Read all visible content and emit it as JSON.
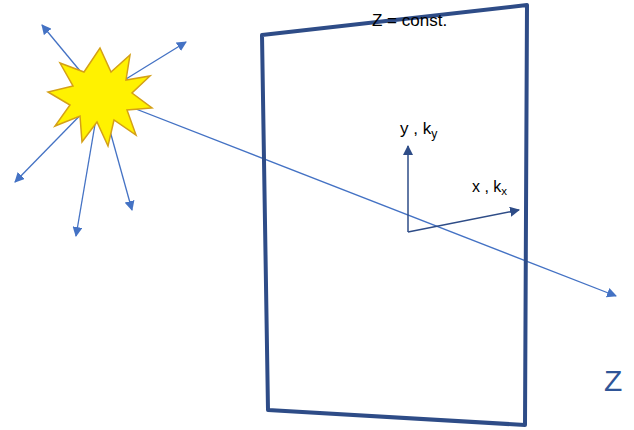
{
  "diagram": {
    "nodes": [
      {
        "text": [
          "Z = const.",
          "y , ky",
          "x , kx"
        ]
      }
    ],
    "labels": [
      "Z"
    ]
  }
}
